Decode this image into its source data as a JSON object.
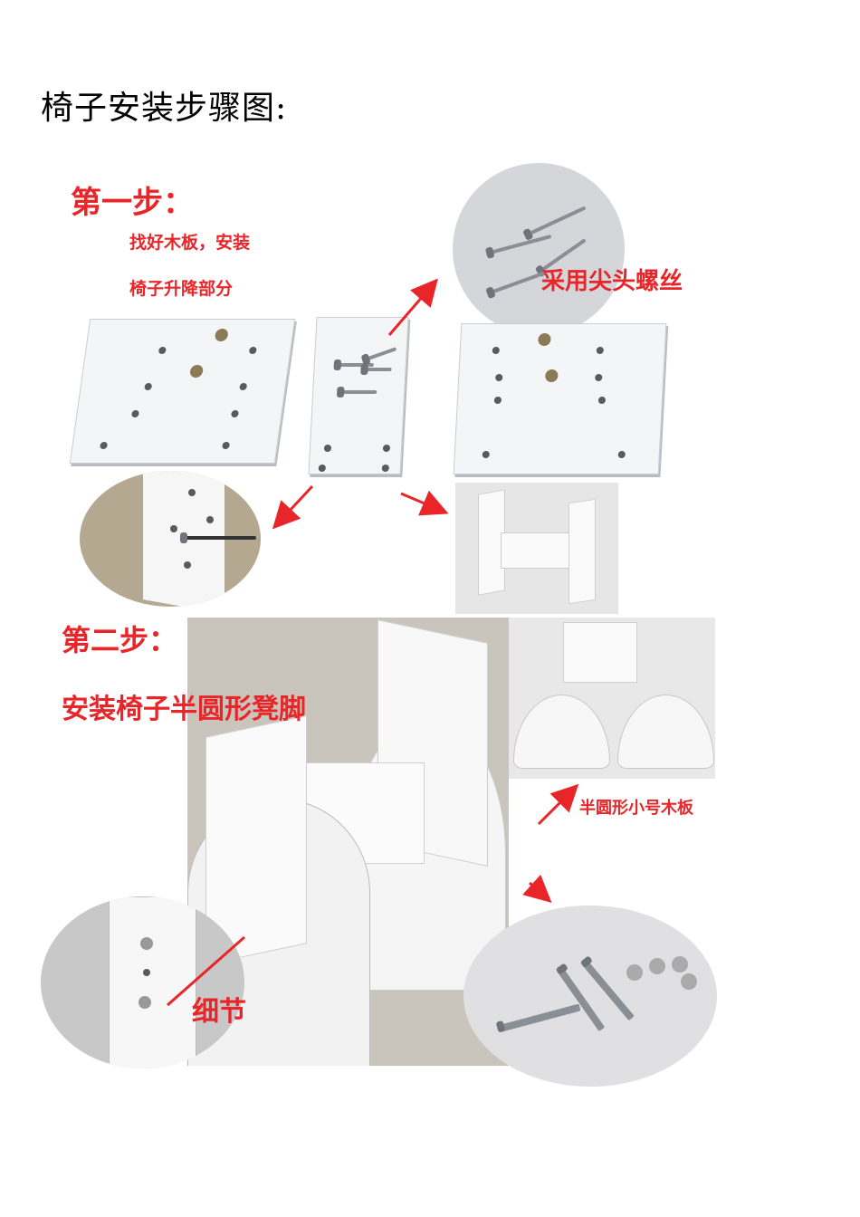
{
  "page": {
    "title": "椅子安装步骤图:"
  },
  "step1": {
    "heading": "第一步：",
    "line1": "找好木板，安装",
    "line2": "椅子升降部分",
    "screw_callout": "采用尖头螺丝"
  },
  "step2": {
    "heading": "第二步：",
    "line1": "安装椅子半圆形凳脚",
    "board_callout": "半圆形小号木板",
    "detail_callout": "细节"
  },
  "colors": {
    "annotation_red": "#e8262a",
    "board_white": "#f4f5f7",
    "floor_gray": "#c9c4bc"
  }
}
